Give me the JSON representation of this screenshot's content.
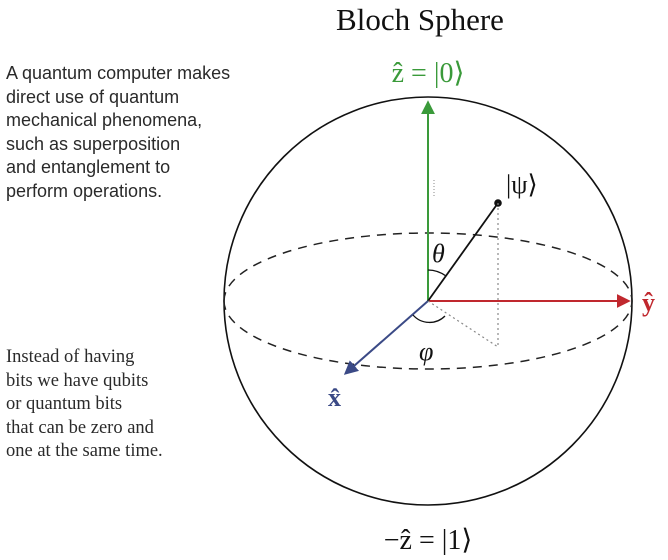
{
  "title": "Bloch Sphere",
  "description_top": "A quantum computer makes\ndirect use of quantum\nmechanical phenomena,\nsuch as superposition\nand entanglement to\nperform operations.",
  "description_bottom": "Instead of having\nbits we have qubits\nor quantum bits\nthat can be zero and\none at the same time.",
  "diagram": {
    "z_axis_label": "ẑ = |0⟩",
    "neg_z_label": "−ẑ = |1⟩",
    "y_axis_label": "ŷ",
    "x_axis_label": "x̂",
    "state_label": "|ψ⟩",
    "theta_label": "θ",
    "phi_label": "φ",
    "colors": {
      "z_axis": "#3a9a3a",
      "y_axis": "#c0282e",
      "x_axis": "#3b4a86",
      "outline": "#111111",
      "dotted": "#888888"
    }
  }
}
